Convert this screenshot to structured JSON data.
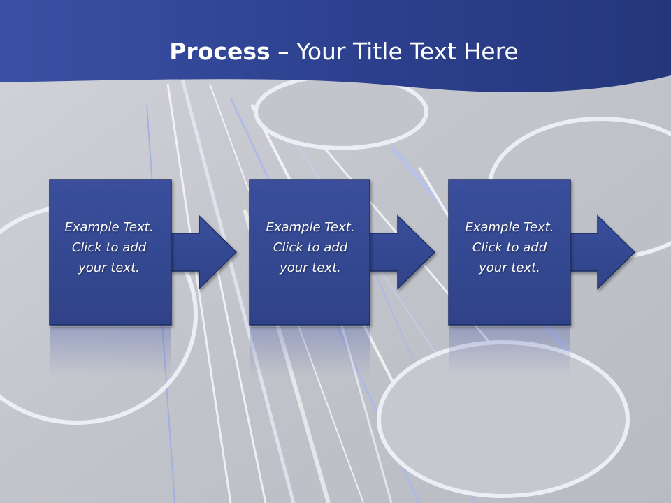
{
  "slide": {
    "title_bold": "Process",
    "title_rest": " – Your Title Text Here"
  },
  "steps": [
    {
      "lines": [
        "Example Text.",
        "Click  to add",
        "your text."
      ]
    },
    {
      "lines": [
        "Example Text.",
        "Click  to add",
        "your text."
      ]
    },
    {
      "lines": [
        "Example Text.",
        "Click  to add",
        "your text."
      ]
    }
  ],
  "colors": {
    "header": "#2f4494",
    "box_fill": "#34478f",
    "box_border": "#1f2d62",
    "background": "#c9cad0"
  }
}
